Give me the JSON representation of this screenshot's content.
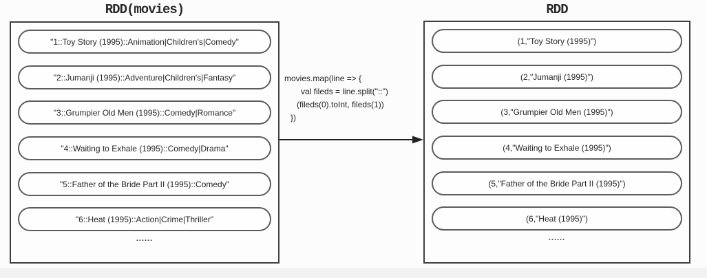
{
  "left_rdd": {
    "title": "RDD(movies)",
    "items": [
      "\"1::Toy Story (1995)::Animation|Children's|Comedy\"",
      "\"2::Jumanji (1995)::Adventure|Children's|Fantasy\"",
      "\"3::Grumpier Old Men (1995)::Comedy|Romance\"",
      "\"4::Waiting to Exhale (1995)::Comedy|Drama\"",
      "\"5::Father of the Bride Part II (1995)::Comedy\"",
      "\"6::Heat (1995)::Action|Crime|Thriller\""
    ],
    "ellipsis": "......"
  },
  "transform": {
    "code_lines": [
      "movies.map(line => {",
      "val fileds = line.split(\"::\")",
      "(fileds(0).toInt, fileds(1))",
      "})"
    ]
  },
  "right_rdd": {
    "title": "RDD",
    "items": [
      "(1,\"Toy Story (1995)\")",
      "(2,\"Jumanji (1995)\")",
      "(3,\"Grumpier Old Men (1995)\")",
      "(4,\"Waiting to Exhale (1995)\")",
      "(5,\"Father of the Bride Part II (1995)\")",
      "(6,\"Heat (1995)\")"
    ],
    "ellipsis": "......"
  },
  "colors": {
    "outer_border": "#3f3f3f",
    "item_border": "#5c5c5c",
    "text": "#262626",
    "background": "#fdfcfd",
    "footer_band": "#f3f2f2"
  }
}
